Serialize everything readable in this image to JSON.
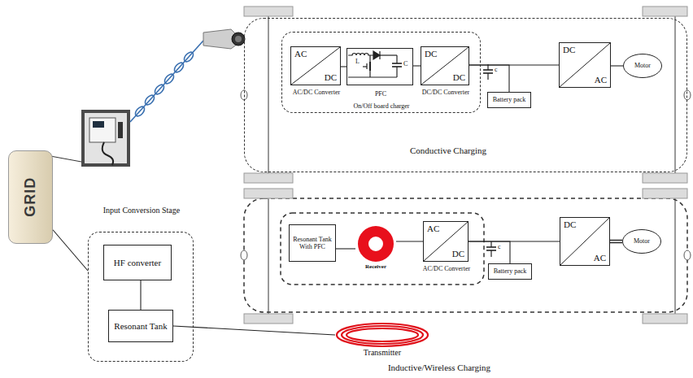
{
  "diagram": {
    "nodes": [
      {
        "text": [
          "GRID"
        ]
      },
      {
        "text": [
          "Conductive Charging"
        ]
      },
      {
        "text": [
          "On/Off board charger"
        ],
        "in": 1
      },
      {
        "text": [
          "AC",
          "DC",
          "AC/DC Converter"
        ],
        "in": 2
      },
      {
        "text": [
          "PFC"
        ],
        "in": 2
      },
      {
        "text": [
          "DC",
          "DC",
          "DC/DC Converter"
        ],
        "in": 2
      },
      {
        "text": [
          "Battery pack"
        ],
        "in": 1
      },
      {
        "text": [
          "DC",
          "AC"
        ],
        "in": 1
      },
      {
        "text": [
          "Motor"
        ],
        "in": 1
      },
      {
        "text": [
          "Input Conversion Stage"
        ]
      },
      {
        "text": [
          "HF converter"
        ],
        "in": 9
      },
      {
        "text": [
          "Resonant Tank"
        ],
        "in": 9
      },
      {
        "text": [
          "Resonant Tank With PFC"
        ]
      },
      {
        "text": [
          "Receiver"
        ]
      },
      {
        "text": [
          "AC",
          "DC",
          "AC/DC Converter"
        ]
      },
      {
        "text": [
          "Battery pack"
        ]
      },
      {
        "text": [
          "DC",
          "AC"
        ]
      },
      {
        "text": [
          "Motor"
        ]
      },
      {
        "text": [
          "Transmitter"
        ]
      }
    ],
    "edges": [
      {
        "from": 0,
        "to": 9,
        "arrow": "none"
      },
      {
        "from": 3,
        "to": 4,
        "arrow": "none"
      },
      {
        "from": 4,
        "to": 5,
        "arrow": "none"
      },
      {
        "from": 5,
        "to": 7,
        "arrow": "none"
      },
      {
        "from": 5,
        "to": 6,
        "arrow": "none"
      },
      {
        "from": 7,
        "to": 8,
        "arrow": "none"
      },
      {
        "from": 10,
        "to": 11,
        "arrow": "none"
      },
      {
        "from": 11,
        "to": 18,
        "arrow": "none"
      },
      {
        "from": 12,
        "to": 13,
        "arrow": "none"
      },
      {
        "from": 13,
        "to": 14,
        "arrow": "none"
      },
      {
        "from": 14,
        "to": 16,
        "arrow": "none"
      },
      {
        "from": 14,
        "to": 15,
        "arrow": "none"
      },
      {
        "from": 16,
        "to": 17,
        "arrow": "none"
      }
    ],
    "labels": [
      "L",
      "C",
      "c",
      "c",
      "Inductive/Wireless Charging"
    ]
  }
}
